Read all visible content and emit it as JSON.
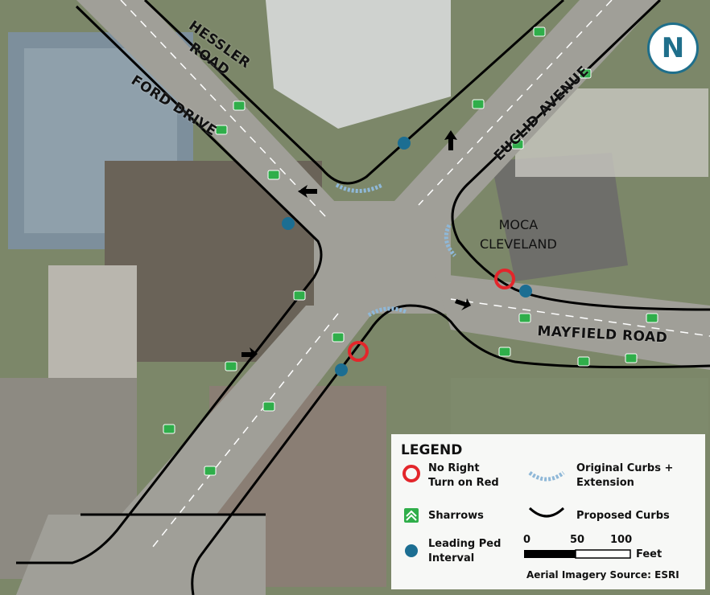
{
  "streets": {
    "ford_drive": "FORD DRIVE",
    "hessler_road": "HESSLER ROAD",
    "euclid_avenue": "EUCLID AVENUE",
    "mayfield_road": "MAYFIELD ROAD"
  },
  "places": {
    "moca_line1": "MOCA",
    "moca_line2": "CLEVELAND"
  },
  "north_arrow": {
    "letter": "N",
    "icon": "north-arrow-icon"
  },
  "legend": {
    "title": "LEGEND",
    "no_right_turn": "No Right Turn on Red",
    "sharrows": "Sharrows",
    "leading_ped": "Leading Ped Interval",
    "original_curbs": "Original Curbs + Extension",
    "proposed_curbs": "Proposed Curbs",
    "scale_ticks": [
      "0",
      "50",
      "100"
    ],
    "scale_unit": "Feet",
    "source": "Aerial Imagery Source: ESRI"
  },
  "colors": {
    "no_right_turn": "#e3262b",
    "leading_ped": "#1c6e92",
    "sharrow": "#2fae4a",
    "original_curb": "#8fb8d8",
    "road": "#9a9a94",
    "curb_line": "#000000"
  }
}
